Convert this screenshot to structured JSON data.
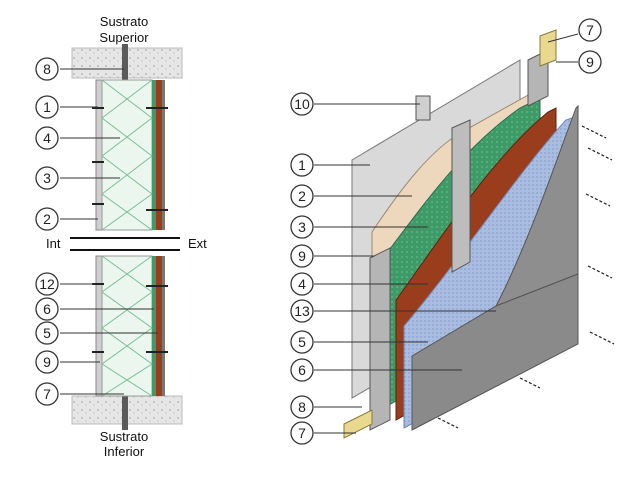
{
  "left_section": {
    "top_label_line1": "Sustrato",
    "top_label_line2": "Superior",
    "bottom_label_line1": "Sustrato",
    "bottom_label_line2": "Inferior",
    "interior_label": "Int",
    "exterior_label": "Ext",
    "callouts": [
      "8",
      "1",
      "4",
      "3",
      "2",
      "12",
      "6",
      "5",
      "9",
      "7"
    ]
  },
  "right_isometric": {
    "callouts_top_right": [
      "7",
      "9"
    ],
    "callouts_left": [
      "10",
      "1",
      "2",
      "3",
      "9",
      "4",
      "13",
      "5",
      "6",
      "8",
      "7"
    ]
  },
  "colors": {
    "gypsum_board": "#d9d9d9",
    "beige_layer": "#eed8bd",
    "insulation_green": "#3e9a66",
    "osb_brown": "#9a3d1c",
    "membrane_blue": "#aebfe0",
    "cladding_gray": "#8e8e8e",
    "steel_stud": "#b5b5b5",
    "concrete": "#e3e3e3",
    "sealant_yellow": "#e9d98e"
  }
}
